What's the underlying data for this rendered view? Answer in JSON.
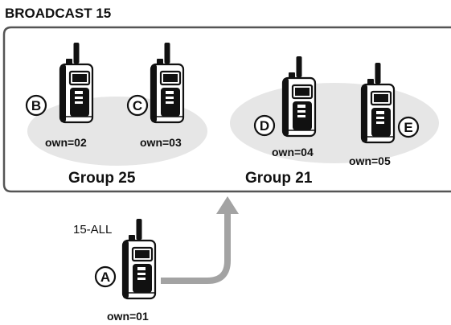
{
  "title": "BROADCAST 15",
  "caller": {
    "label": "15-ALL",
    "letter": "A",
    "own": "own=01"
  },
  "groups": [
    {
      "name": "Group 25",
      "radios": [
        {
          "letter": "B",
          "own": "own=02"
        },
        {
          "letter": "C",
          "own": "own=03"
        }
      ]
    },
    {
      "name": "Group 21",
      "radios": [
        {
          "letter": "D",
          "own": "own=04"
        },
        {
          "letter": "E",
          "own": "own=05"
        }
      ]
    }
  ],
  "colors": {
    "outline": "#555555",
    "ellipse": "#e6e6e6",
    "arrow": "#a3a3a3",
    "ink": "#111111"
  }
}
